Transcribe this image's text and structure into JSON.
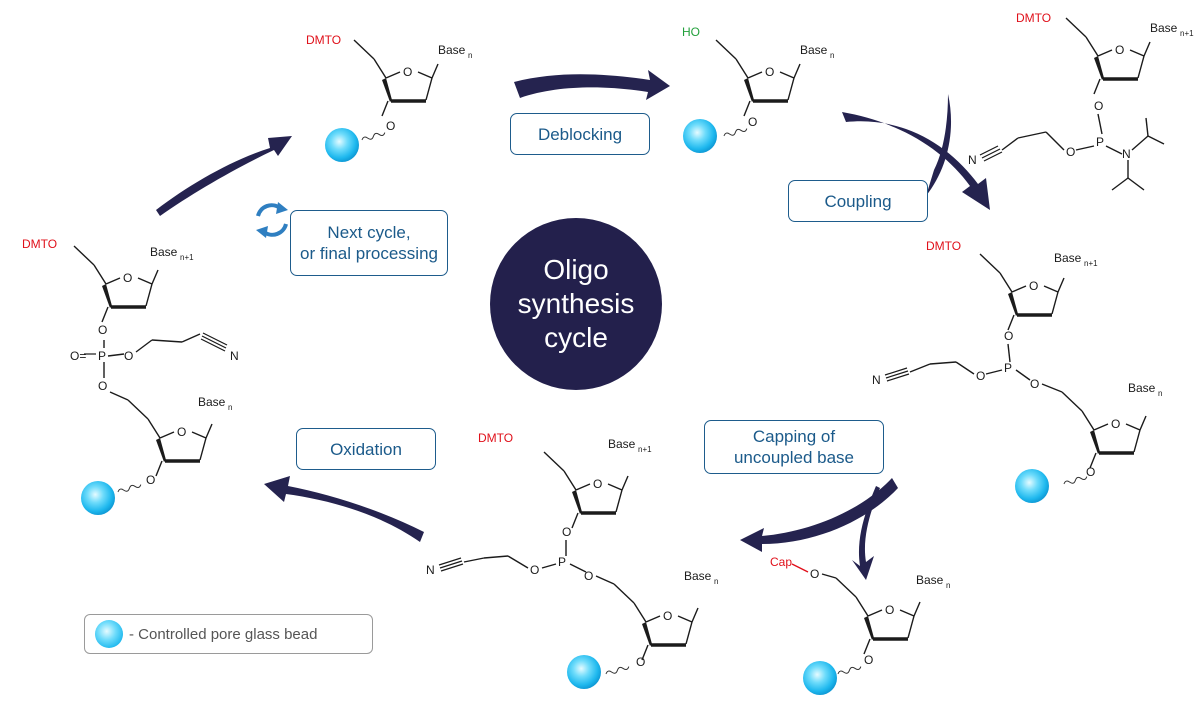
{
  "center": {
    "line1": "Oligo",
    "line2": "synthesis",
    "line3": "cycle"
  },
  "steps": {
    "deblocking": "Deblocking",
    "coupling": "Coupling",
    "capping_line1": "Capping of",
    "capping_line2": "uncoupled base",
    "oxidation": "Oxidation",
    "next_line1": "Next cycle,",
    "next_line2": "or final processing"
  },
  "legend": {
    "text": "- Controlled pore glass bead"
  },
  "chem": {
    "dmto": "DMTO",
    "ho": "HO",
    "cap": "Cap",
    "base": "Base",
    "sub_n": "n",
    "sub_n1": "n+1",
    "o": "O",
    "p": "P",
    "n": "N",
    "oeq": "O="
  },
  "colors": {
    "arrow": "#25234f",
    "circle": "#23204c",
    "step_text": "#1b5a8a",
    "protecting_group": "#e0101a",
    "hydroxyl": "#22a03b",
    "bead": "#1eb8ee"
  }
}
